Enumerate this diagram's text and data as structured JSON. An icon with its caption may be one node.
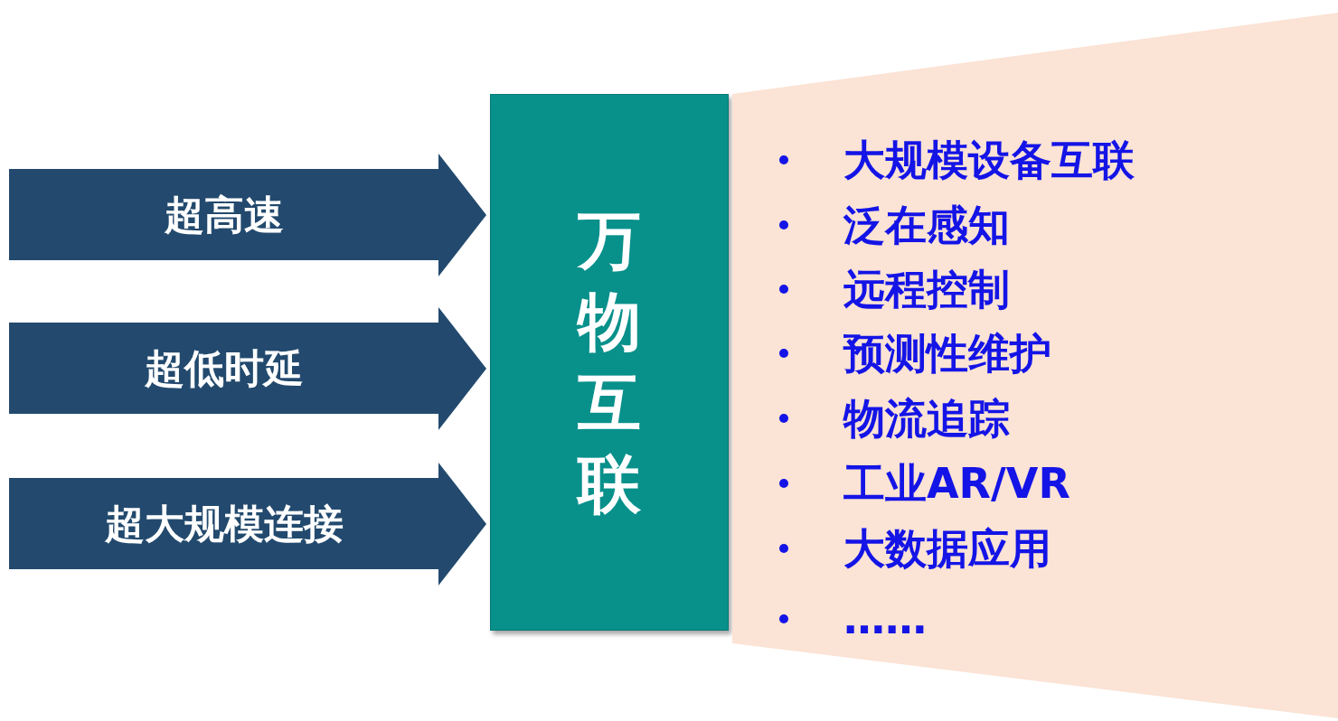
{
  "diagram": {
    "nodes": [
      {
        "text": [
          "超高速"
        ]
      },
      {
        "text": [
          "超低时延"
        ]
      },
      {
        "text": [
          "超大规模连接"
        ]
      },
      {
        "text": [
          "万物互联"
        ]
      },
      {
        "text": [
          "大规模设备互联",
          "泛在感知",
          "远程控制",
          "预测性维护",
          "物流追踪",
          "工业AR/VR",
          "大数据应用",
          "……"
        ]
      }
    ]
  }
}
